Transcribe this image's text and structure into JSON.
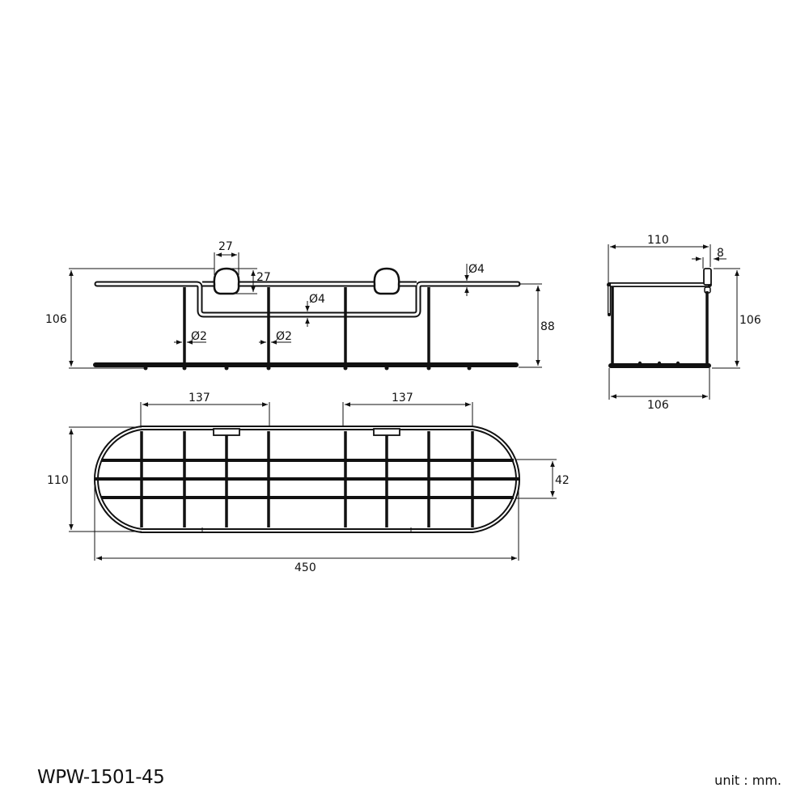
{
  "drawing": {
    "model_code": "WPW-1501-45",
    "unit_label": "unit : mm.",
    "colors": {
      "line": "#111111",
      "background": "#ffffff"
    }
  },
  "front_view": {
    "overall_height": "106",
    "basket_height": "88",
    "hook_width": "27",
    "hook_height": "27",
    "top_rail_diameter": "Ø4",
    "inner_rail_diameter": "Ø4",
    "rod_diameter_left": "Ø2",
    "rod_diameter_mid": "Ø2"
  },
  "side_view": {
    "top_width": "110",
    "hook_depth": "8",
    "height": "106",
    "bottom_width": "106"
  },
  "top_view": {
    "depth": "110",
    "overall_length": "450",
    "left_span": "137",
    "right_span": "137",
    "middle_rail_gap": "42"
  }
}
